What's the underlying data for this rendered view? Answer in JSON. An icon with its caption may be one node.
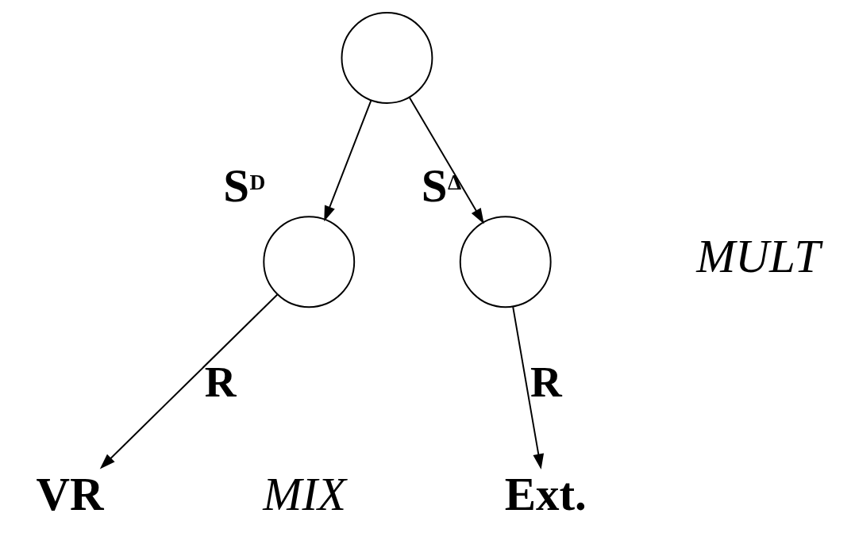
{
  "diagram": {
    "nodes": [
      {
        "text": [],
        "shape": "circle"
      },
      {
        "text": [],
        "shape": "circle",
        "beside": [
          "S$^{D}$"
        ]
      },
      {
        "text": [],
        "shape": "circle",
        "beside": [
          "S$^{Δ}$"
        ]
      },
      {
        "text": [
          "VR"
        ]
      },
      {
        "text": [
          "Ext."
        ]
      }
    ],
    "edges": [
      {
        "from": 0,
        "to": 1,
        "arrow": "to"
      },
      {
        "from": 0,
        "to": 2,
        "arrow": "to"
      },
      {
        "from": 1,
        "to": 3,
        "label": "R",
        "arrow": "to"
      },
      {
        "from": 2,
        "to": 4,
        "label": "R",
        "arrow": "to"
      }
    ],
    "labels": [
      "MULT",
      "MIX"
    ]
  }
}
